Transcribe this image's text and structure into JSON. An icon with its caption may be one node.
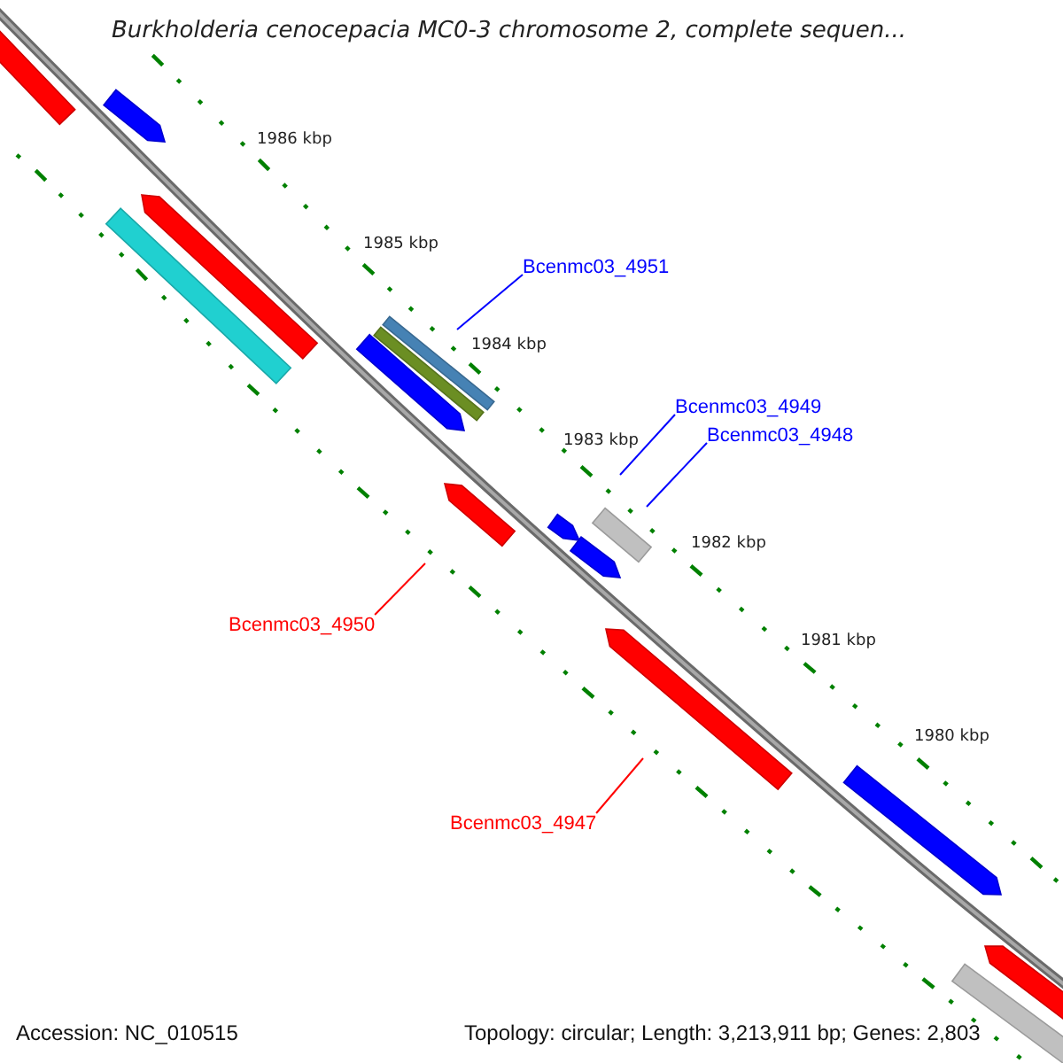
{
  "diagram": {
    "title": "Burkholderia cenocepacia MC0-3 chromosome 2, complete sequen...",
    "nodes": [
      {
        "text": [
          "Bcenmc03_4951"
        ]
      },
      {
        "text": [
          "Bcenmc03_4949"
        ]
      },
      {
        "text": [
          "Bcenmc03_4948"
        ]
      },
      {
        "text": [
          "Bcenmc03_4950"
        ]
      },
      {
        "text": [
          "Bcenmc03_4947"
        ]
      }
    ],
    "edges": [
      {
        "from": 0,
        "to": null,
        "arrow": "none"
      },
      {
        "from": 1,
        "to": null,
        "arrow": "none"
      },
      {
        "from": 2,
        "to": null,
        "arrow": "none"
      },
      {
        "from": 3,
        "to": null,
        "arrow": "none",
        "color": "#ff0000"
      },
      {
        "from": 4,
        "to": null,
        "arrow": "none",
        "color": "#ff0000"
      }
    ],
    "labels": [
      "1986 kbp",
      "1985 kbp",
      "1984 kbp",
      "1983 kbp",
      "1982 kbp",
      "1981 kbp",
      "1980 kbp",
      "Accession: NC_010515",
      "Topology: circular; Length: 3,213,911 bp; Genes: 2,803"
    ]
  }
}
